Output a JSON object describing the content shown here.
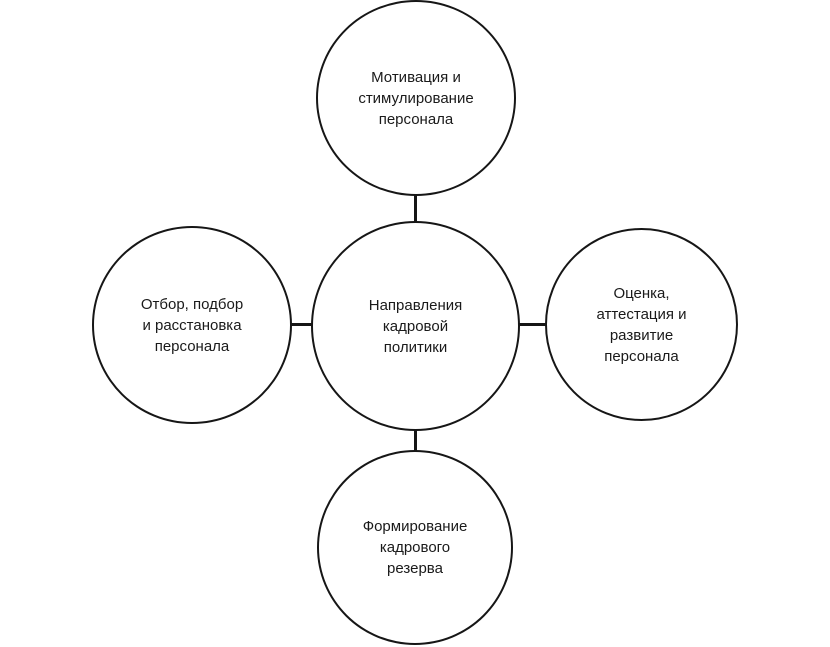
{
  "diagram": {
    "title": "Направления кадровой политики",
    "colors": {
      "stroke": "#161616",
      "background": "#ffffff",
      "text": "#1a1a1a"
    },
    "nodes": {
      "center": {
        "label": "Направления\nкадровой\nполитики"
      },
      "top": {
        "label": "Мотивация и\nстимулирование\nперсонала"
      },
      "left": {
        "label": "Отбор, подбор\nи расстановка\nперсонала"
      },
      "right": {
        "label": "Оценка,\nаттестация и\nразвитие\nперсонала"
      },
      "bottom": {
        "label": "Формирование\nкадрового\nрезерва"
      }
    },
    "edges": [
      {
        "from": "top",
        "to": "center"
      },
      {
        "from": "left",
        "to": "center"
      },
      {
        "from": "center",
        "to": "right"
      },
      {
        "from": "center",
        "to": "bottom"
      }
    ]
  }
}
